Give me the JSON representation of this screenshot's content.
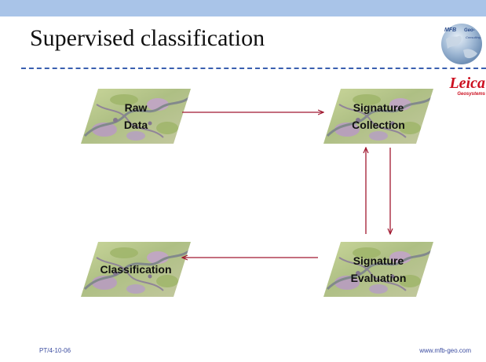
{
  "slide": {
    "title": "Supervised classification",
    "footer_left": "PT/4-10-06",
    "footer_right": "www.mfb-geo.com"
  },
  "logos": {
    "mfb": {
      "line1": "MFB",
      "line2": "Geo-",
      "line3": "Consulting",
      "icon": "mfb-globe-logo-icon"
    },
    "leica": {
      "word": "Leica",
      "sub": "Geosystems",
      "color": "#cc1020"
    }
  },
  "colors": {
    "arrow": "#a01830",
    "topbar": "#a9c4e8",
    "divider": "#3a5fb0",
    "footer": "#3b4ca0"
  },
  "nodes": [
    {
      "id": "raw-data",
      "label": "Raw\nData",
      "icon": "raster-image-parallelogram-icon"
    },
    {
      "id": "signature-collection",
      "label": "Signature\nCollection",
      "icon": "raster-image-parallelogram-icon"
    },
    {
      "id": "signature-evaluation",
      "label": "Signature\nEvaluation",
      "icon": "raster-image-parallelogram-icon"
    },
    {
      "id": "classification",
      "label": "Classification",
      "icon": "raster-image-parallelogram-icon"
    }
  ],
  "edges": [
    {
      "from": "raw-data",
      "to": "signature-collection"
    },
    {
      "from": "signature-collection",
      "to": "signature-evaluation"
    },
    {
      "from": "signature-evaluation",
      "to": "signature-collection"
    },
    {
      "from": "signature-evaluation",
      "to": "classification"
    }
  ]
}
